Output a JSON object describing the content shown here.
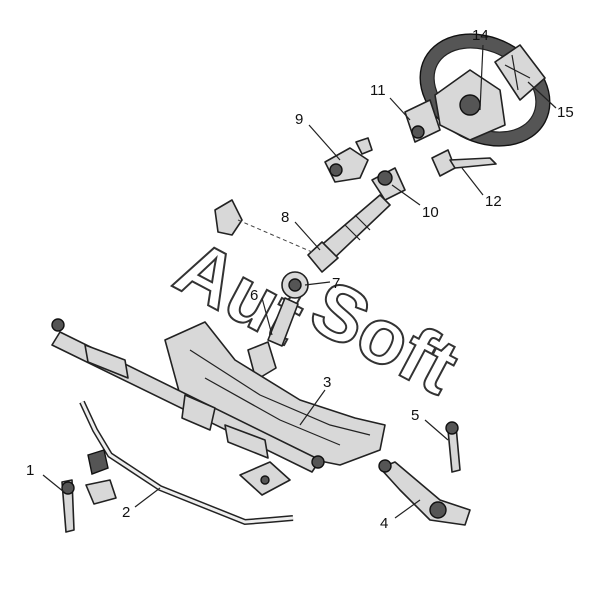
{
  "watermark": {
    "word1": "Aut",
    "word2": "Soft"
  },
  "callouts": [
    {
      "id": "1",
      "text": "1"
    },
    {
      "id": "2",
      "text": "2"
    },
    {
      "id": "3",
      "text": "3"
    },
    {
      "id": "4",
      "text": "4"
    },
    {
      "id": "5",
      "text": "5"
    },
    {
      "id": "6",
      "text": "6"
    },
    {
      "id": "7",
      "text": "7"
    },
    {
      "id": "8",
      "text": "8"
    },
    {
      "id": "9",
      "text": "9"
    },
    {
      "id": "10",
      "text": "10"
    },
    {
      "id": "11",
      "text": "11"
    },
    {
      "id": "12",
      "text": "12"
    },
    {
      "id": "14",
      "text": "14"
    },
    {
      "id": "15",
      "text": "15"
    }
  ]
}
